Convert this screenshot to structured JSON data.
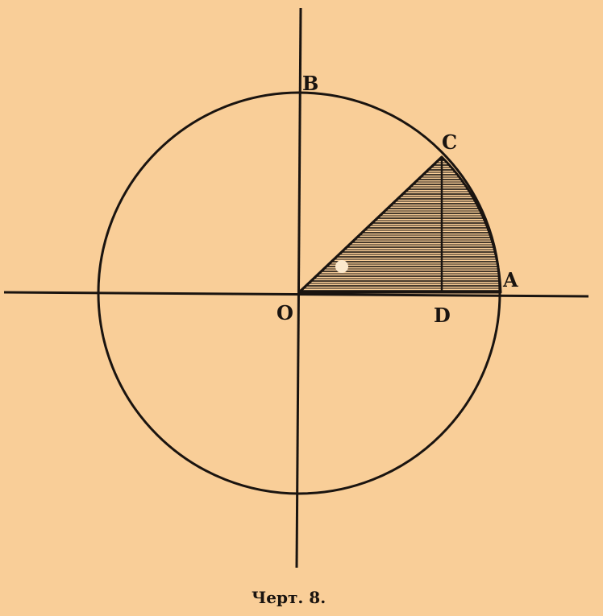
{
  "points": {
    "O": "O",
    "A": "A",
    "B": "B",
    "C": "C",
    "D": "D"
  },
  "caption": "Черт. 8.",
  "colors": {
    "background": "#f9ce98",
    "ink": "#1a1410"
  }
}
